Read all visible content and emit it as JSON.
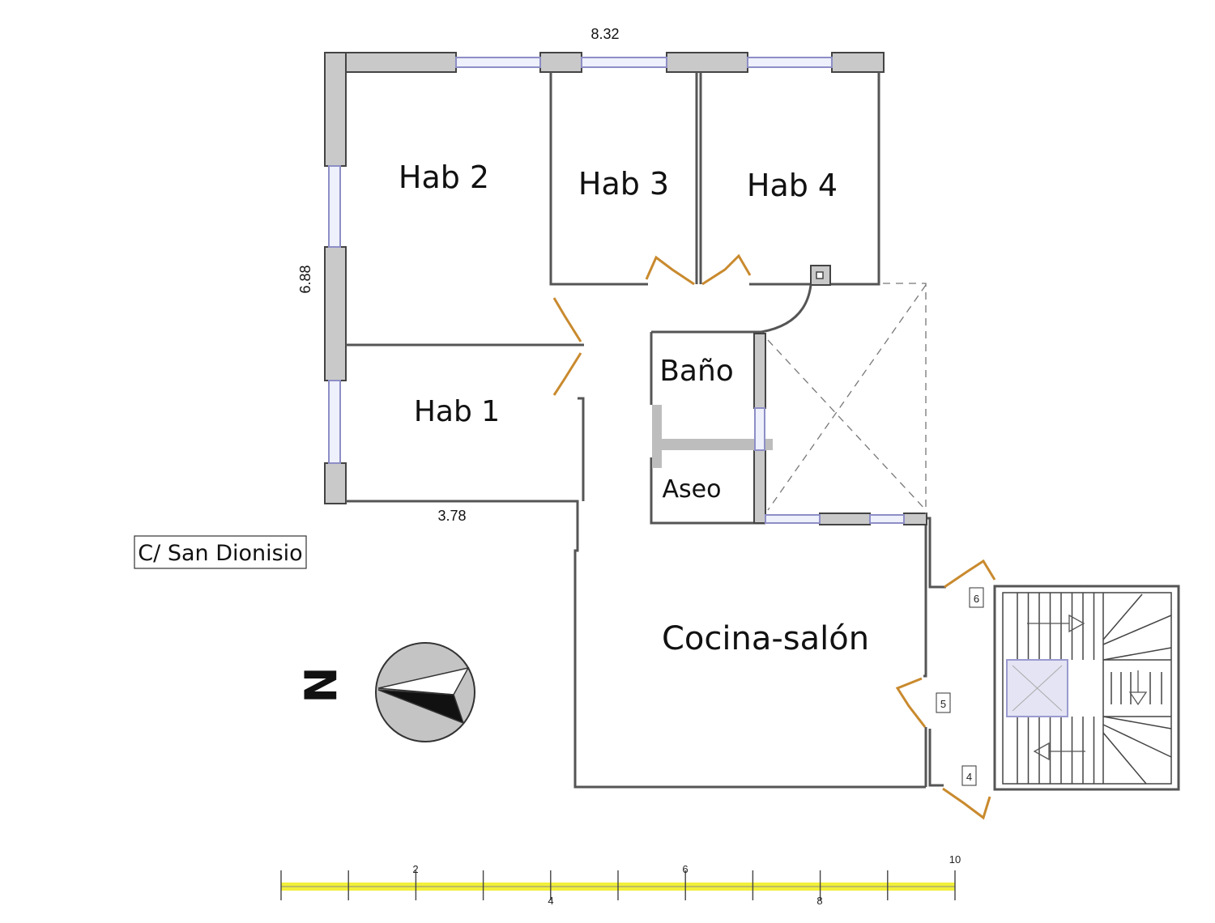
{
  "rooms": {
    "hab2": "Hab 2",
    "hab3": "Hab 3",
    "hab4": "Hab 4",
    "hab1": "Hab 1",
    "bano": "Baño",
    "aseo": "Aseo",
    "cocina": "Cocina-salón"
  },
  "dimensions": {
    "top_width": "8.32",
    "left_height": "6.88",
    "hab1_width": "3.78"
  },
  "street": "C/ San Dionisio",
  "north_label": "N",
  "stair_numbers": [
    "6",
    "5",
    "4"
  ],
  "scale_bar": {
    "labels": [
      "2",
      "4",
      "6",
      "8",
      "10"
    ],
    "color": "#f2ef3a"
  },
  "colors": {
    "door": "#c98a2e",
    "window": "#8d8ec6",
    "wall": "#c9c9c9"
  }
}
